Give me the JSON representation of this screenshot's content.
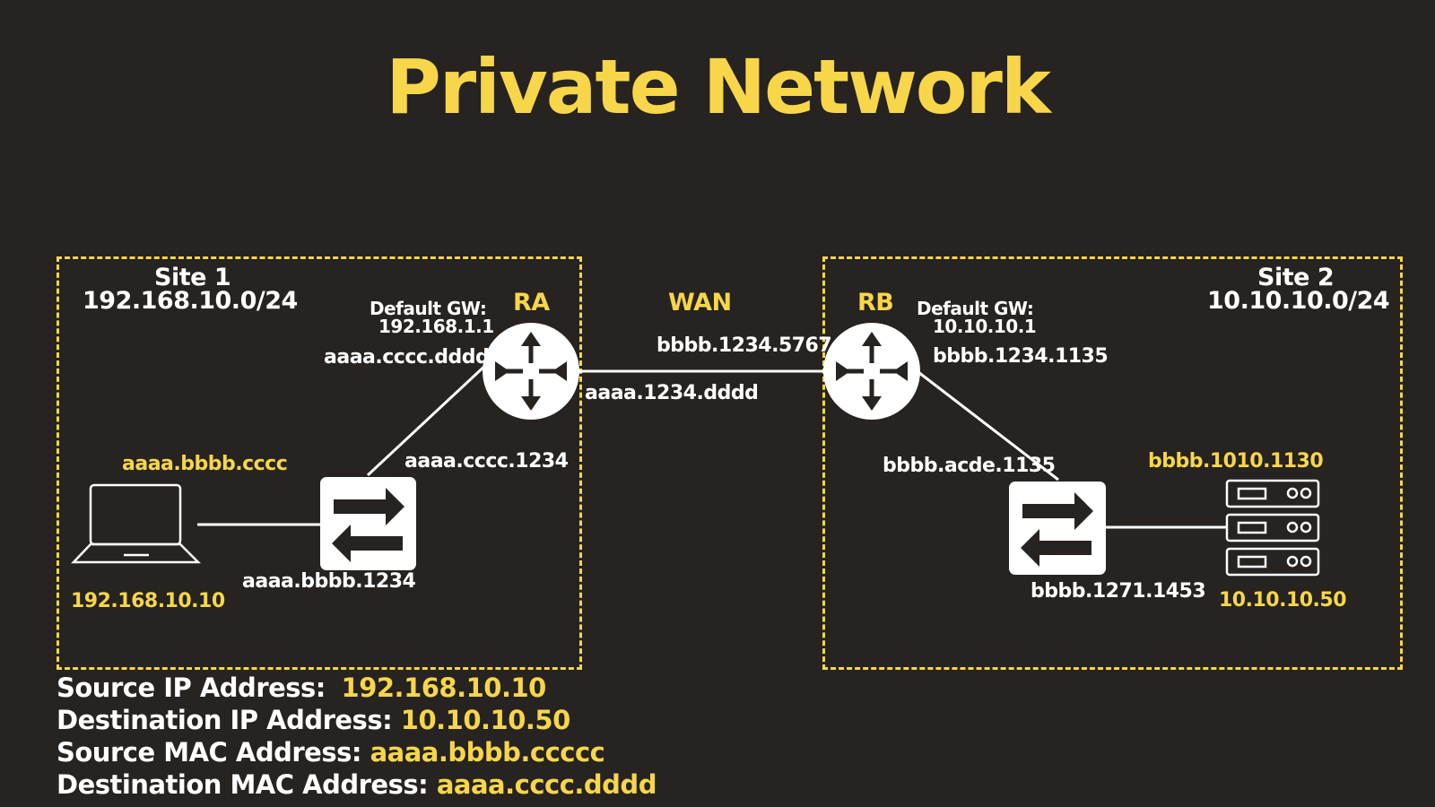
{
  "title": "Private Network",
  "site1": {
    "name": "Site 1",
    "subnet": "192.168.10.0/24",
    "pc_mac": "aaaa.bbbb.cccc",
    "pc_ip": "192.168.10.10",
    "switch_port_mac": "aaaa.bbbb.1234",
    "switch_uplink_mac": "aaaa.cccc.1234",
    "gateway_label": "Default GW:",
    "gateway_ip": "192.168.1.1",
    "router_lan_mac": "aaaa.cccc.dddd",
    "router_name": "RA",
    "router_wan_mac": "aaaa.1234.dddd"
  },
  "wan": {
    "label": "WAN",
    "mac": "bbbb.1234.5767"
  },
  "site2": {
    "name": "Site 2",
    "subnet": "10.10.10.0/24",
    "router_name": "RB",
    "gateway_label": "Default GW:",
    "gateway_ip": "10.10.10.1",
    "router_lan_mac": "bbbb.1234.1135",
    "switch_uplink_mac": "bbbb.acde.1135",
    "switch_port_mac": "bbbb.1271.1453",
    "server_mac": "bbbb.1010.1130",
    "server_ip": "10.10.10.50"
  },
  "packet_info": {
    "source_ip_label": "Source IP Address:",
    "source_ip": "192.168.10.10",
    "dest_ip_label": "Destination IP Address:",
    "dest_ip": "10.10.10.50",
    "source_mac_label": "Source MAC Address:",
    "source_mac": "aaaa.bbbb.ccccc",
    "dest_mac_label": "Destination MAC Address:",
    "dest_mac": "aaaa.cccc.dddd"
  },
  "colors": {
    "background": "#262321",
    "accent": "#f7d64a",
    "text": "#ffffff"
  }
}
